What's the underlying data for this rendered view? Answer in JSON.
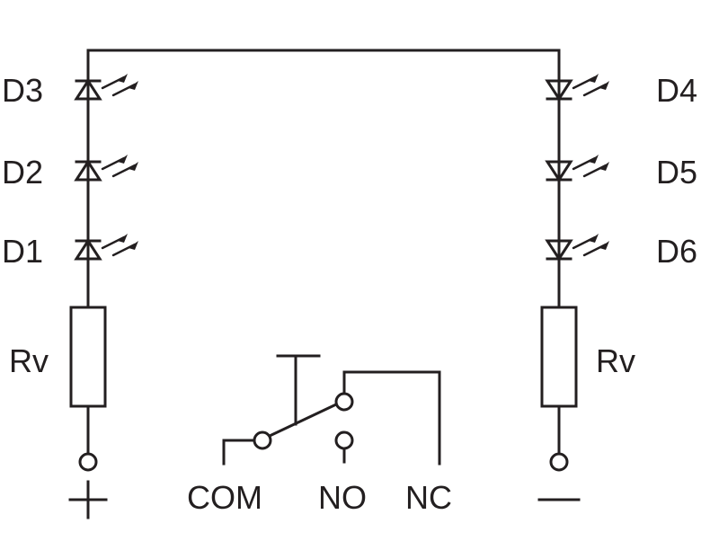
{
  "labels": {
    "d3": "D3",
    "d2": "D2",
    "d1": "D1",
    "d4": "D4",
    "d5": "D5",
    "d6": "D6",
    "rv_left": "Rv",
    "rv_right": "Rv",
    "com": "COM",
    "no": "NO",
    "nc": "NC",
    "plus": "+",
    "minus": "—"
  },
  "icons": {
    "led": "led-icon",
    "resistor": "resistor-icon",
    "terminal": "terminal-icon",
    "relay_switch": "switch-icon"
  }
}
